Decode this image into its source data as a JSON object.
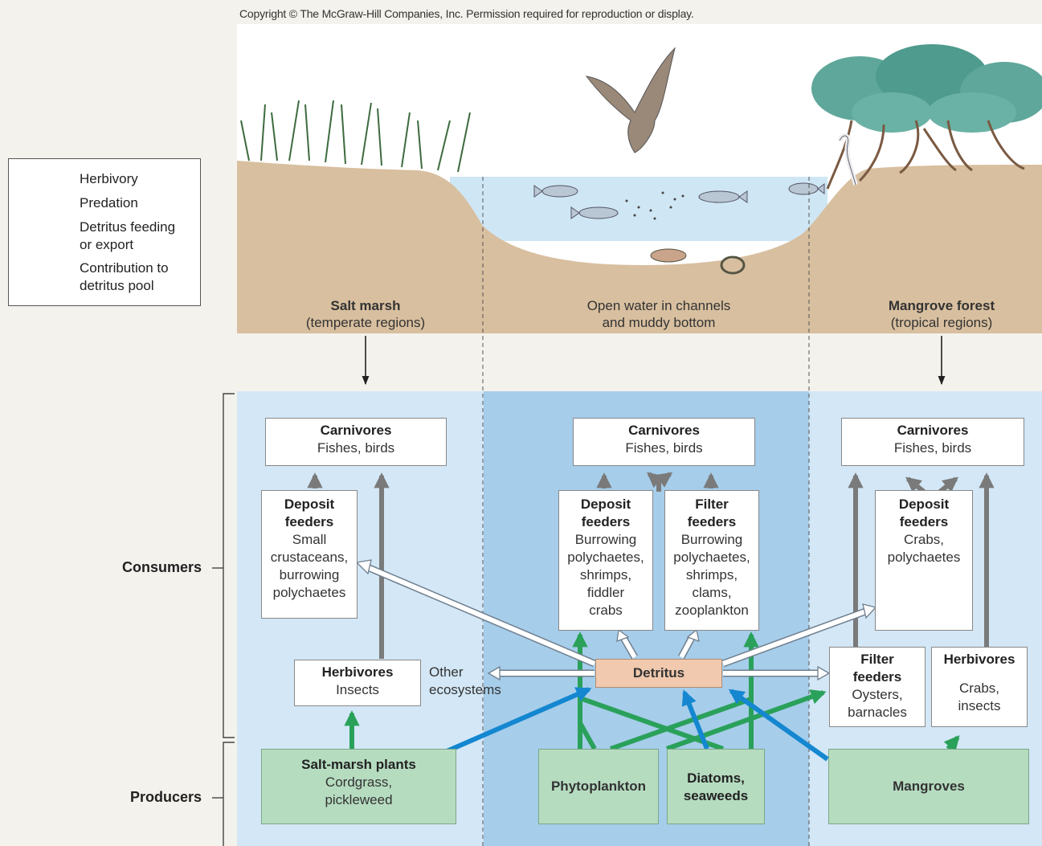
{
  "copyright": "Copyright © The McGraw-Hill Companies, Inc. Permission required for reproduction or display.",
  "legend": {
    "herbivory": "Herbivory",
    "predation": "Predation",
    "detritus_feeding_1": "Detritus feeding",
    "detritus_feeding_2": "or export",
    "contribution_1": "Contribution to",
    "contribution_2": "detritus pool"
  },
  "colors": {
    "herbivory": "#2aa15a",
    "predation": "#7a7a7a",
    "detritus": "#ffffff",
    "contribution": "#1487d0",
    "panel_light": "#d3e7f6",
    "panel_mid": "#a6cdea",
    "soil": "#d8bf9f"
  },
  "habitats": {
    "salt_marsh": {
      "name": "Salt marsh",
      "region": "(temperate regions)"
    },
    "open_water": {
      "line1": "Open water in channels",
      "line2": "and muddy bottom"
    },
    "mangrove": {
      "name": "Mangrove forest",
      "region": "(tropical regions)"
    }
  },
  "side_labels": {
    "consumers": "Consumers",
    "producers": "Producers"
  },
  "salt_marsh_web": {
    "carnivores": {
      "title": "Carnivores",
      "sub": "Fishes, birds"
    },
    "deposit": {
      "title1": "Deposit",
      "title2": "feeders",
      "l1": "Small",
      "l2": "crustaceans,",
      "l3": "burrowing",
      "l4": "polychaetes"
    },
    "herbivores": {
      "title": "Herbivores",
      "sub": "Insects"
    },
    "producers": {
      "title": "Salt-marsh plants",
      "l1": "Cordgrass,",
      "l2": "pickleweed"
    },
    "other_1": "Other",
    "other_2": "ecosystems"
  },
  "open_water_web": {
    "carnivores": {
      "title": "Carnivores",
      "sub": "Fishes, birds"
    },
    "deposit": {
      "title1": "Deposit",
      "title2": "feeders",
      "l1": "Burrowing",
      "l2": "polychaetes,",
      "l3": "shrimps,",
      "l4": "fiddler",
      "l5": "crabs"
    },
    "filter": {
      "title1": "Filter",
      "title2": "feeders",
      "l1": "Burrowing",
      "l2": "polychaetes,",
      "l3": "shrimps,",
      "l4": "clams,",
      "l5": "zooplankton"
    },
    "detritus": "Detritus",
    "phytoplankton": "Phytoplankton",
    "diatoms_1": "Diatoms,",
    "diatoms_2": "seaweeds"
  },
  "mangrove_web": {
    "carnivores": {
      "title": "Carnivores",
      "sub": "Fishes, birds"
    },
    "deposit": {
      "title1": "Deposit",
      "title2": "feeders",
      "l1": "Crabs,",
      "l2": "polychaetes"
    },
    "filter": {
      "title1": "Filter",
      "title2": "feeders",
      "l1": "Oysters,",
      "l2": "barnacles"
    },
    "herbivores": {
      "title": "Herbivores",
      "l1": "Crabs,",
      "l2": "insects"
    },
    "producers": "Mangroves"
  }
}
